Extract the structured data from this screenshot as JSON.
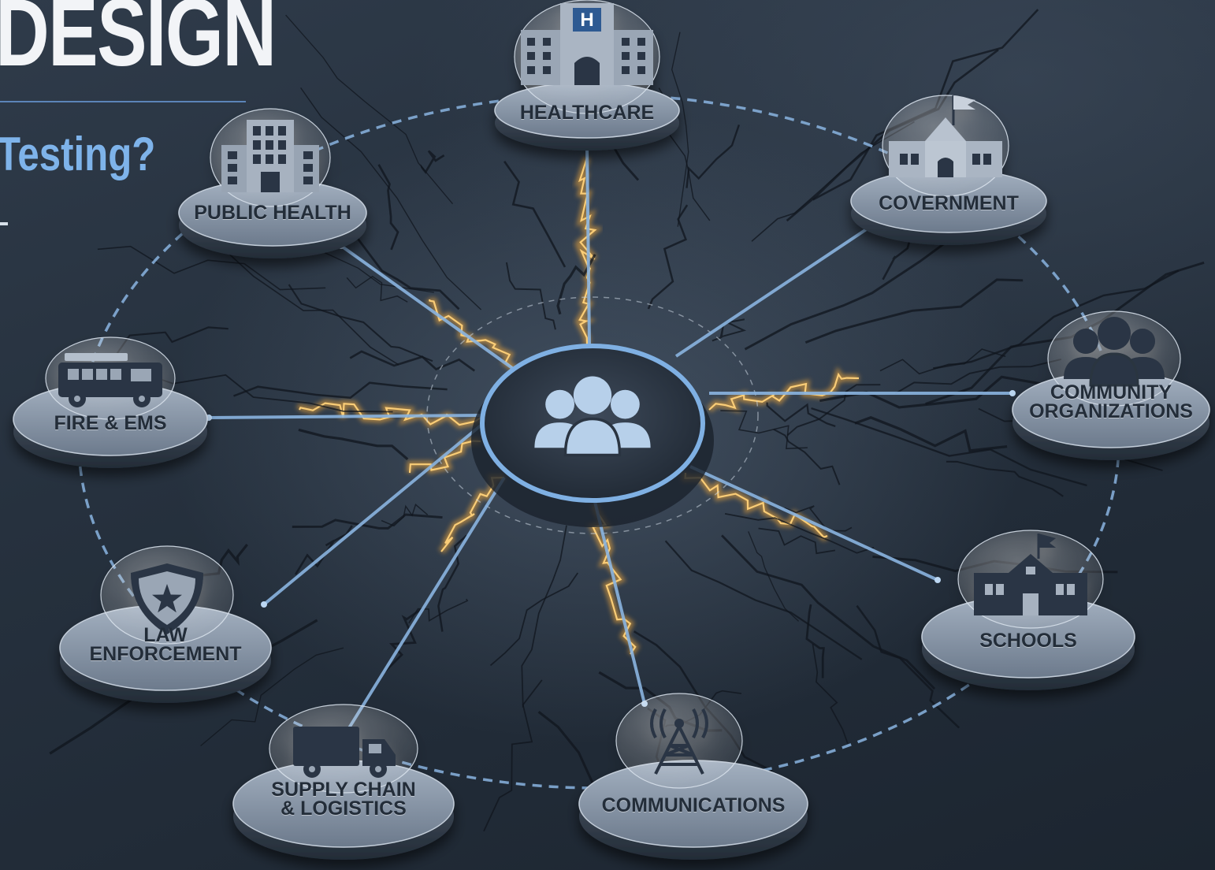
{
  "heading": {
    "title": "DESIGN",
    "subtitle": "Testing?"
  },
  "center_node": {
    "icon": "people-group-icon"
  },
  "nodes": [
    {
      "id": "healthcare",
      "lines": [
        "HEALTHCARE"
      ],
      "icon": "hospital-icon"
    },
    {
      "id": "government",
      "lines": [
        "COVERNMENT"
      ],
      "icon": "government-building-icon"
    },
    {
      "id": "community-organizations",
      "lines": [
        "COMMUNITY",
        "ORGANIZATIONS"
      ],
      "icon": "people-group-icon"
    },
    {
      "id": "schools",
      "lines": [
        "SCHOOLS"
      ],
      "icon": "school-icon"
    },
    {
      "id": "communications",
      "lines": [
        "COMMUNICATIONS"
      ],
      "icon": "radio-tower-icon"
    },
    {
      "id": "supply-chain-logistics",
      "lines": [
        "SUPPLY CHAIN",
        "& LOGISTICS"
      ],
      "icon": "truck-icon"
    },
    {
      "id": "law-enforcement",
      "lines": [
        "LAW",
        "ENFORCEMENT"
      ],
      "icon": "police-badge-icon"
    },
    {
      "id": "fire-ems",
      "lines": [
        "FIRE & EMS"
      ],
      "icon": "fire-truck-icon"
    },
    {
      "id": "public-health",
      "lines": [
        "PUBLIC HEALTH"
      ],
      "icon": "office-building-icon"
    }
  ],
  "colors": {
    "background": "#26313e",
    "connector": "#8ab4e0",
    "glow": "#f2a93b",
    "disc_top": "#8a98aa",
    "icon": "#2b3644",
    "subtitle": "#7eb3ea"
  }
}
